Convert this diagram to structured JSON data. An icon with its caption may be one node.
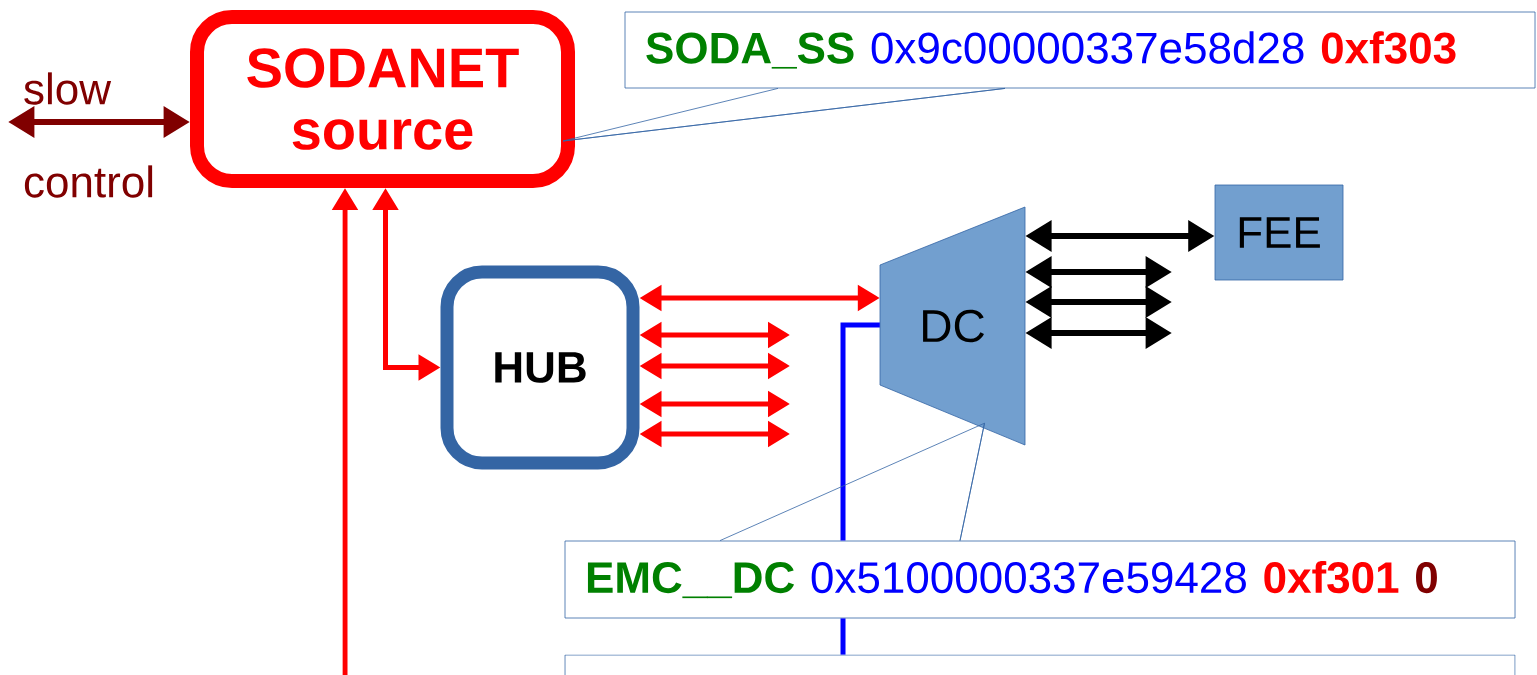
{
  "diagram": {
    "nodes": [
      {
        "text": [
          "SODANET source"
        ]
      },
      {
        "text": [
          "HUB"
        ]
      },
      {
        "text": [
          "DC"
        ]
      },
      {
        "text": [
          "FEE"
        ]
      },
      {
        "text": [
          "SODA_SS",
          "0x9c00000337e58d28",
          "0xf303"
        ]
      },
      {
        "text": [
          "EMC__DC",
          "0x5100000337e59428",
          "0xf301",
          "0"
        ]
      },
      {
        "text": [],
        "shape": "box"
      },
      {
        "text": [
          "slow",
          "control"
        ]
      }
    ],
    "edges": [
      {
        "from": 7,
        "to": 0,
        "arrow": "both",
        "color": "#800000"
      },
      {
        "from": null,
        "to": 0,
        "arrow": "to"
      },
      {
        "from": 0,
        "to": 1,
        "arrow": "both"
      },
      {
        "from": 1,
        "to": 2,
        "arrow": "both"
      },
      {
        "from": 1,
        "to": null,
        "arrow": "both"
      },
      {
        "from": 1,
        "to": null,
        "arrow": "both"
      },
      {
        "from": 1,
        "to": null,
        "arrow": "both"
      },
      {
        "from": 1,
        "to": null,
        "arrow": "both"
      },
      {
        "from": 2,
        "to": 3,
        "arrow": "both",
        "color": "#000000"
      },
      {
        "from": 2,
        "to": null,
        "arrow": "both",
        "color": "#000000"
      },
      {
        "from": 2,
        "to": null,
        "arrow": "both",
        "color": "#000000"
      },
      {
        "from": 2,
        "to": null,
        "arrow": "both",
        "color": "#000000"
      },
      {
        "from": 2,
        "to": 5,
        "arrow": "none",
        "color": "#0000ff"
      },
      {
        "from": 5,
        "to": 6,
        "arrow": "none",
        "color": "#0000ff"
      },
      {
        "from": 4,
        "to": 0,
        "arrow": "none",
        "color": "#3465a4"
      },
      {
        "from": 5,
        "to": 2,
        "arrow": "none",
        "color": "#3465a4"
      }
    ]
  }
}
